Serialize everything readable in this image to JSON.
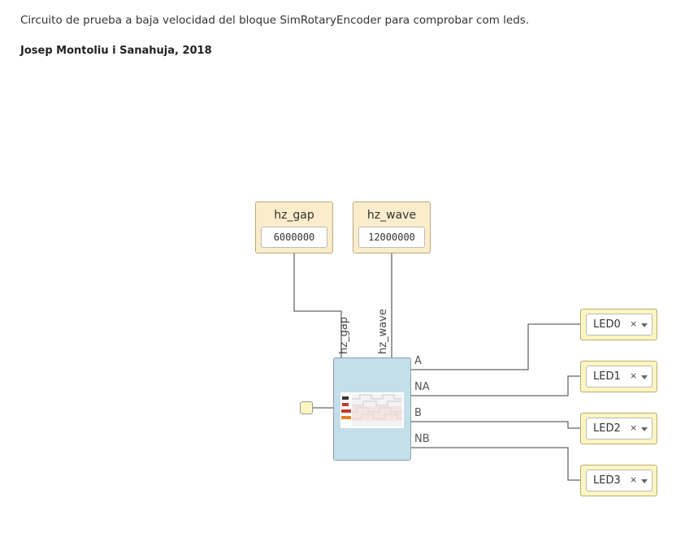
{
  "header": {
    "description": "Circuito de prueba a baja velocidad del bloque SimRotaryEncoder para comprobar com leds.",
    "author": "Josep Montoliu i Sanahuja, 2018"
  },
  "params": [
    {
      "name": "hz_gap",
      "value": "6000000"
    },
    {
      "name": "hz_wave",
      "value": "12000000"
    }
  ],
  "encoder": {
    "inputs": [
      "hz_gap",
      "hz_wave"
    ],
    "outputs": [
      "A",
      "NA",
      "B",
      "NB"
    ]
  },
  "leds": [
    {
      "label": "LED0",
      "clear": "×"
    },
    {
      "label": "LED1",
      "clear": "×"
    },
    {
      "label": "LED2",
      "clear": "×"
    },
    {
      "label": "LED3",
      "clear": "×"
    }
  ],
  "colors": {
    "param_bg": "#fbeccb",
    "led_bg": "#fbf5c2",
    "encoder_bg": "#c3dfe9",
    "wire": "#666666"
  }
}
